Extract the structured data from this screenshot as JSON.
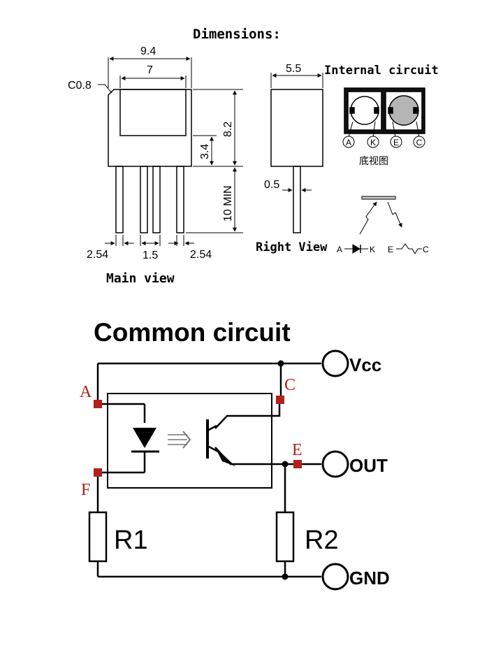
{
  "dimensions": {
    "title": "Dimensions:",
    "main_view": {
      "label": "Main view",
      "width_outer": "9.4",
      "width_inner": "7",
      "chamfer": "C0.8",
      "height": "8.2",
      "lower_height": "3.4",
      "lead_length": "10 MIN",
      "pitch_left": "2.54",
      "pitch_mid": "1.5",
      "pitch_right": "2.54"
    },
    "right_view": {
      "label": "Right View",
      "width": "5.5",
      "lead_width": "0.5"
    },
    "internal_circuit": {
      "title": "Internal circuit",
      "bottom_view_caption": "底视图",
      "pins": [
        "A",
        "K",
        "E",
        "C"
      ],
      "symbol_labels": {
        "anode": "A",
        "cathode": "K",
        "emitter": "E",
        "collector": "C"
      }
    }
  },
  "common_circuit": {
    "title": "Common circuit",
    "pin_labels": {
      "a": "A",
      "c": "C",
      "f": "F",
      "e": "E"
    },
    "resistors": {
      "r1": "R1",
      "r2": "R2"
    },
    "terminals": {
      "vcc": "Vcc",
      "out": "OUT",
      "gnd": "GND"
    },
    "colors": {
      "pin_marker": "#b0201c",
      "line": "#000000"
    }
  }
}
